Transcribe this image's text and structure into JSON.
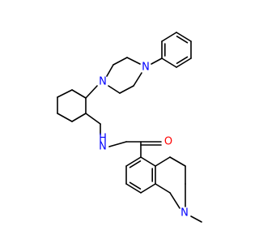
{
  "molecule": {
    "atom_labels": {
      "piperazine_n_top": "N",
      "piperazine_n_bottom": "N",
      "amide_nh": "H",
      "amide_n": "N",
      "carbonyl_o": "O",
      "ring_n_methyl": "N"
    },
    "colors": {
      "bond": "#000000",
      "nitrogen": "#0000ff",
      "oxygen": "#ff0000"
    }
  }
}
